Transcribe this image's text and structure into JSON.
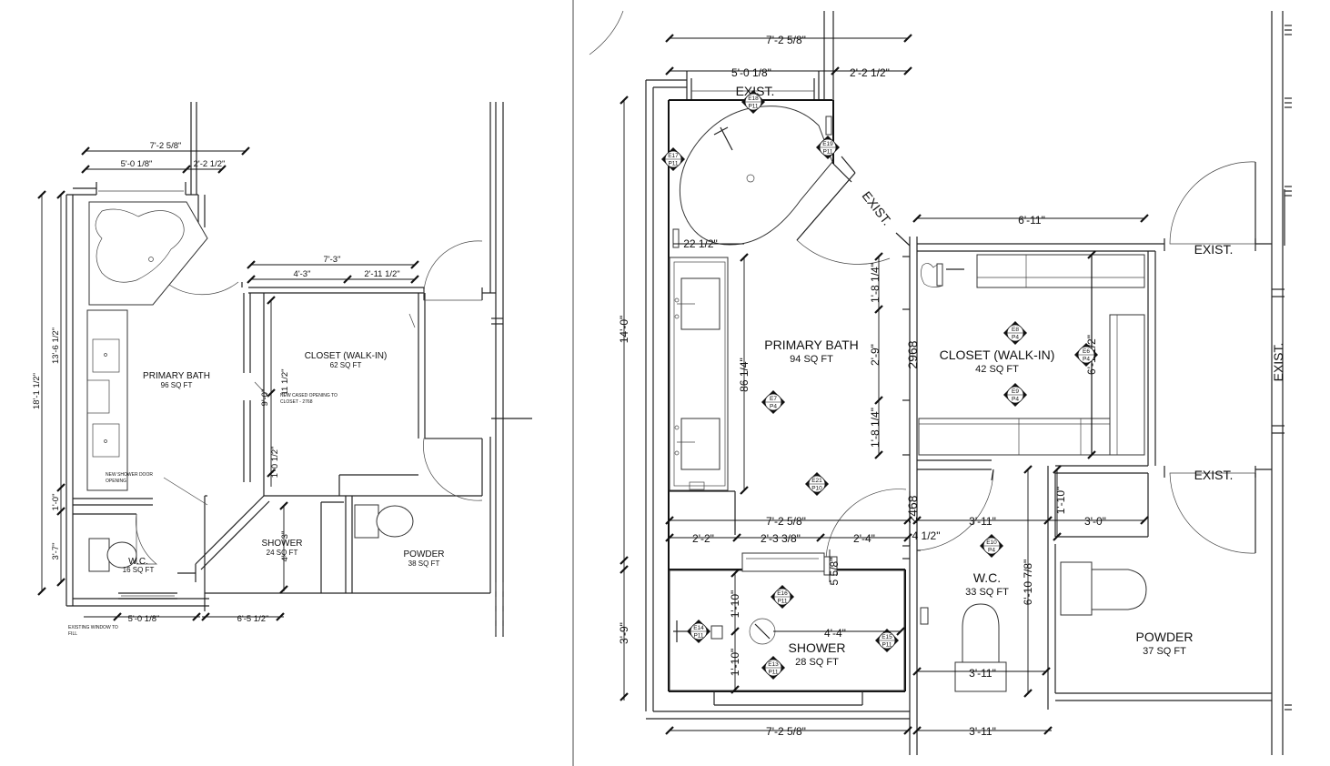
{
  "left_plan": {
    "dims": {
      "top_overall": "7'-2 5/8\"",
      "top_a": "5'-0 1/8\"",
      "top_b": "2'-2 1/2\"",
      "closet_overall": "7'-3\"",
      "closet_a": "4'-3\"",
      "closet_b": "2'-11 1/2\"",
      "left_overall": "18'-1 1/2\"",
      "left_upper": "13'-6 1/2\"",
      "left_mid": "1'-0\"",
      "left_lower": "3'-7\"",
      "bottom_a": "5'-0 1/8\"",
      "bottom_b": "6'-5 1/2\"",
      "v_a": "9'-0\"",
      "v_b": "11 1/2\"",
      "v_c": "1'-0 1/2\"",
      "v_d": "3\"",
      "v_e": "4'"
    },
    "rooms": {
      "primary_name": "PRIMARY BATH",
      "primary_area": "96 SQ FT",
      "closet_name": "CLOSET (WALK-IN)",
      "closet_area": "62 SQ FT",
      "shower_name": "SHOWER",
      "shower_area": "24 SQ FT",
      "wc_name": "W.C.",
      "wc_area": "16 SQ FT",
      "powder_name": "POWDER",
      "powder_area": "38 SQ FT"
    },
    "notes": {
      "cased_1": "NEW CASED OPENING TO",
      "cased_2": "CLOSET - 2768",
      "shower_door_1": "NEW SHOWER DOOR",
      "shower_door_2": "OPENING",
      "window_1": "EXISTING WINDOW TO",
      "window_2": "FILL"
    }
  },
  "right_plan": {
    "dims": {
      "top_overall": "7'-2 5/8\"",
      "top_a": "5'-0 1/8\"",
      "top_b": "2'-2 1/2\"",
      "closet_width": "6'-11\"",
      "left_overall": "14'-0\"",
      "left_lower": "3'-9\"",
      "tub_gap": "22 1/2\"",
      "vanity": "86 1/4\"",
      "c_upper": "1'-8 1/4\"",
      "c_mid": "2'-9\"",
      "c_lower": "1'-8 1/4\"",
      "c_door": "2968",
      "closet_depth": "6'-1 1/2\"",
      "mid_overall": "7'-2 5/8\"",
      "mid_a": "2'-2\"",
      "mid_b": "2'-3 3/8\"",
      "mid_c": "2'-4\"",
      "mid_d": "5 5/8\"",
      "wc_door": "2468",
      "wc_jamb": "4 1/2\"",
      "wc_width": "3'-11\"",
      "hall": "1'-10\"",
      "powder_top": "3'-0\"",
      "wc_depth": "6'-10 7/8\"",
      "sh_upper": "1'-10\"",
      "sh_lower": "1'-10\"",
      "sh_drain": "4'-4\"",
      "wc_clear": "3'-11\"",
      "bottom_a": "7'-2 5/8\"",
      "bottom_b": "3'-11\""
    },
    "labels": {
      "exist_top": "EXIST.",
      "exist_diag": "EXIST.",
      "exist_closet": "EXIST.",
      "exist_powder": "EXIST.",
      "exist_right": "EXIST."
    },
    "rooms": {
      "primary_name": "PRIMARY BATH",
      "primary_area": "94 SQ FT",
      "closet_name": "CLOSET (WALK-IN)",
      "closet_area": "42 SQ FT",
      "shower_name": "SHOWER",
      "shower_area": "28 SQ FT",
      "wc_name": "W.C.",
      "wc_area": "33 SQ FT",
      "powder_name": "POWDER",
      "powder_area": "37 SQ FT"
    },
    "tags": [
      {
        "id": "E18",
        "sheet": "P11"
      },
      {
        "id": "E17",
        "sheet": "P11"
      },
      {
        "id": "E19",
        "sheet": "P11"
      },
      {
        "id": "E7",
        "sheet": "P4"
      },
      {
        "id": "E8",
        "sheet": "P4"
      },
      {
        "id": "E9",
        "sheet": "P4"
      },
      {
        "id": "E6",
        "sheet": "P4"
      },
      {
        "id": "E21",
        "sheet": "P10"
      },
      {
        "id": "E16",
        "sheet": "P11"
      },
      {
        "id": "E14",
        "sheet": "P11"
      },
      {
        "id": "E15",
        "sheet": "P11"
      },
      {
        "id": "E13",
        "sheet": "P11"
      },
      {
        "id": "E10",
        "sheet": "P4"
      }
    ]
  }
}
